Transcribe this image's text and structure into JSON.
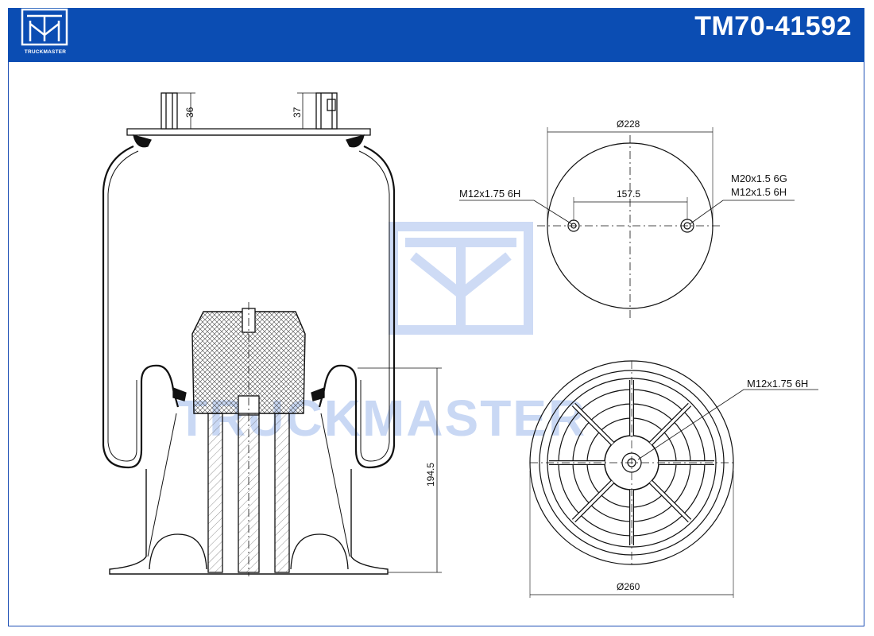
{
  "header": {
    "brand": "TRUCKMASTER",
    "part_number": "TM70-41592",
    "color": "#0b4db3"
  },
  "watermark": {
    "text": "TRUCKMASTER",
    "color": "#c9d8f4"
  },
  "side_view": {
    "stud_left_height": "36",
    "stud_right_height": "37",
    "overall_height": "194.5"
  },
  "top_view": {
    "diameter": "Ø228",
    "bolt_spacing": "157.5",
    "left_thread": "M12x1.75 6H",
    "right_thread_1": "M20x1.5 6G",
    "right_thread_2": "M12x1.5 6H"
  },
  "bottom_view": {
    "diameter": "Ø260",
    "center_thread": "M12x1.75 6H"
  }
}
